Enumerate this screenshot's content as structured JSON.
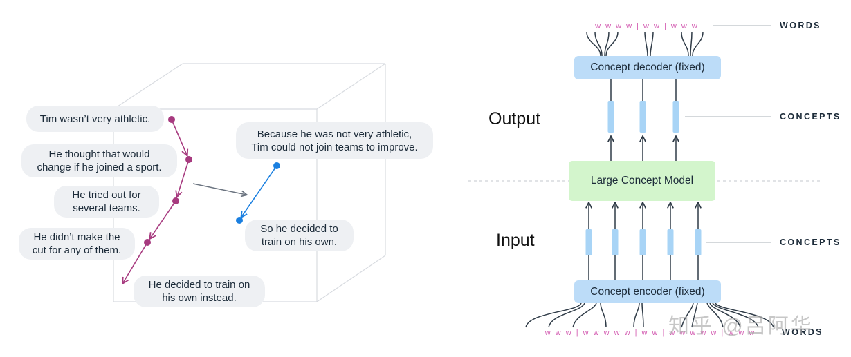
{
  "left_panel": {
    "story_sentences": [
      "Tim wasn’t very athletic.",
      "He thought that would\nchange if he joined a sport.",
      "He tried out for\nseveral teams.",
      "He didn’t make the\ncut for any of them.",
      "He decided to train on\nhis own instead."
    ],
    "summary_sentences": [
      "Because he was not very athletic,\nTim could not join teams to improve.",
      "So he decided to\ntrain on his own."
    ],
    "colors": {
      "story": "#a73a7f",
      "summary": "#1a7fe0",
      "cube": "#d8dbe0",
      "arrow": "#6b7480"
    }
  },
  "right_panel": {
    "decoder_label": "Concept decoder (fixed)",
    "model_label": "Large Concept Model",
    "encoder_label": "Concept encoder (fixed)",
    "output_label": "Output",
    "input_label": "Input",
    "words_top_label": "WORDS",
    "concepts_output_label": "CONCEPTS",
    "concepts_input_label": "CONCEPTS",
    "words_bottom_label": "WORDS",
    "top_word_tokens": "w w w w  |  w w  |  w w w",
    "bottom_word_tokens": "w w w  |  w w w w w  |  w w  |  w w w w w  |  w w w",
    "colors": {
      "codec": "#bcdcf8",
      "model": "#d3f5cc",
      "concept": "#a8d4f6",
      "words": "#d45fb3",
      "line": "#2f3b47"
    }
  },
  "watermark": "知乎 @吕阿华"
}
